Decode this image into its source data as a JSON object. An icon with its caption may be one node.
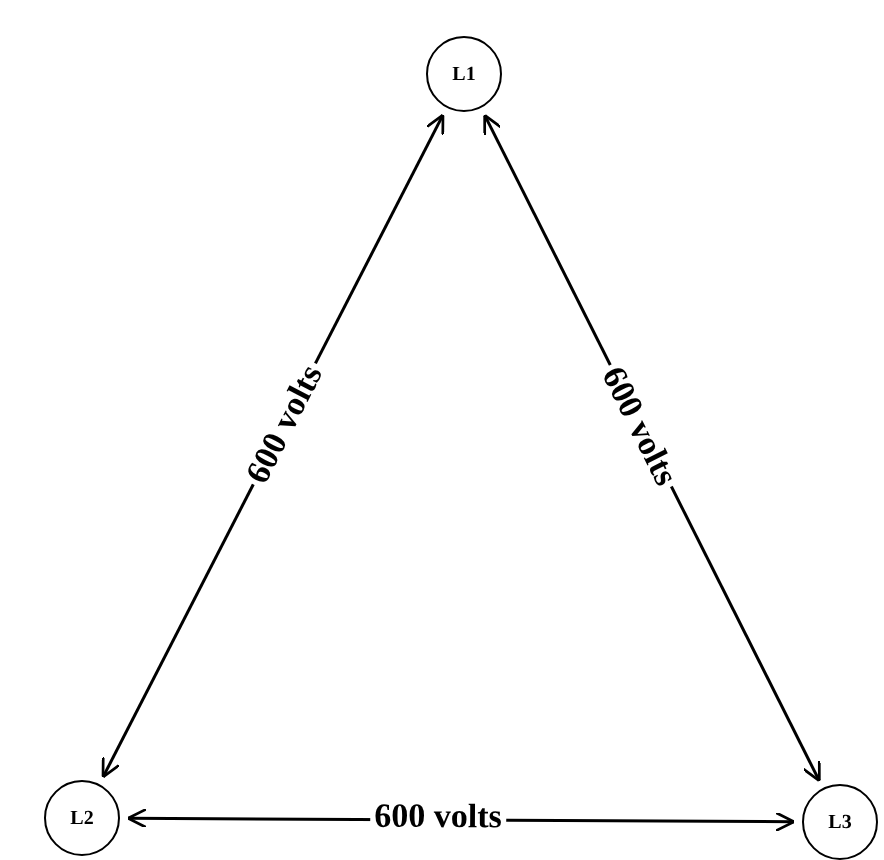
{
  "diagram": {
    "nodes": [
      {
        "text": [
          "L1"
        ]
      },
      {
        "text": [
          "L2"
        ]
      },
      {
        "text": [
          "L3"
        ]
      }
    ],
    "edges": [
      {
        "from": 0,
        "to": 1,
        "arrow": "both",
        "label": "600 volts"
      },
      {
        "from": 0,
        "to": 2,
        "arrow": "both",
        "label": "600 volts"
      },
      {
        "from": 1,
        "to": 2,
        "arrow": "both",
        "label": "600 volts"
      }
    ]
  }
}
